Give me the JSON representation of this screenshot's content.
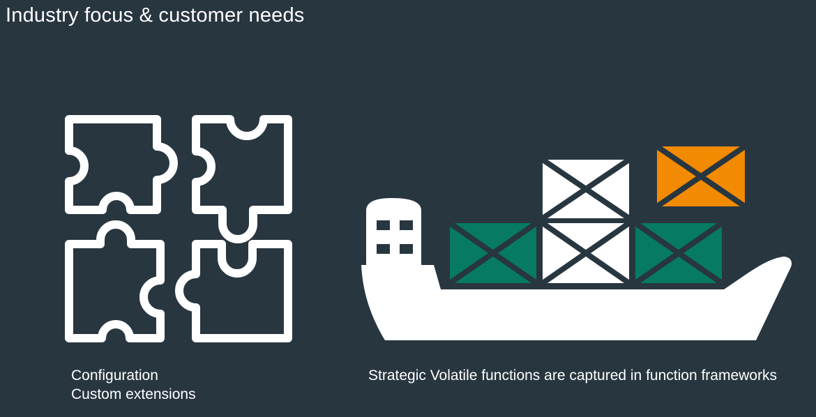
{
  "slide": {
    "title": "Industry focus & customer needs",
    "background_color": "#283640"
  },
  "left_panel": {
    "icon": "puzzle-pieces-icon",
    "caption_lines": [
      "Configuration",
      "Custom extensions"
    ]
  },
  "right_panel": {
    "icon": "cargo-ship-icon",
    "caption": "Strategic Volatile functions are captured in function frameworks",
    "container_colors": {
      "green": "#067a63",
      "white": "#ffffff",
      "orange": "#f28a02"
    }
  }
}
